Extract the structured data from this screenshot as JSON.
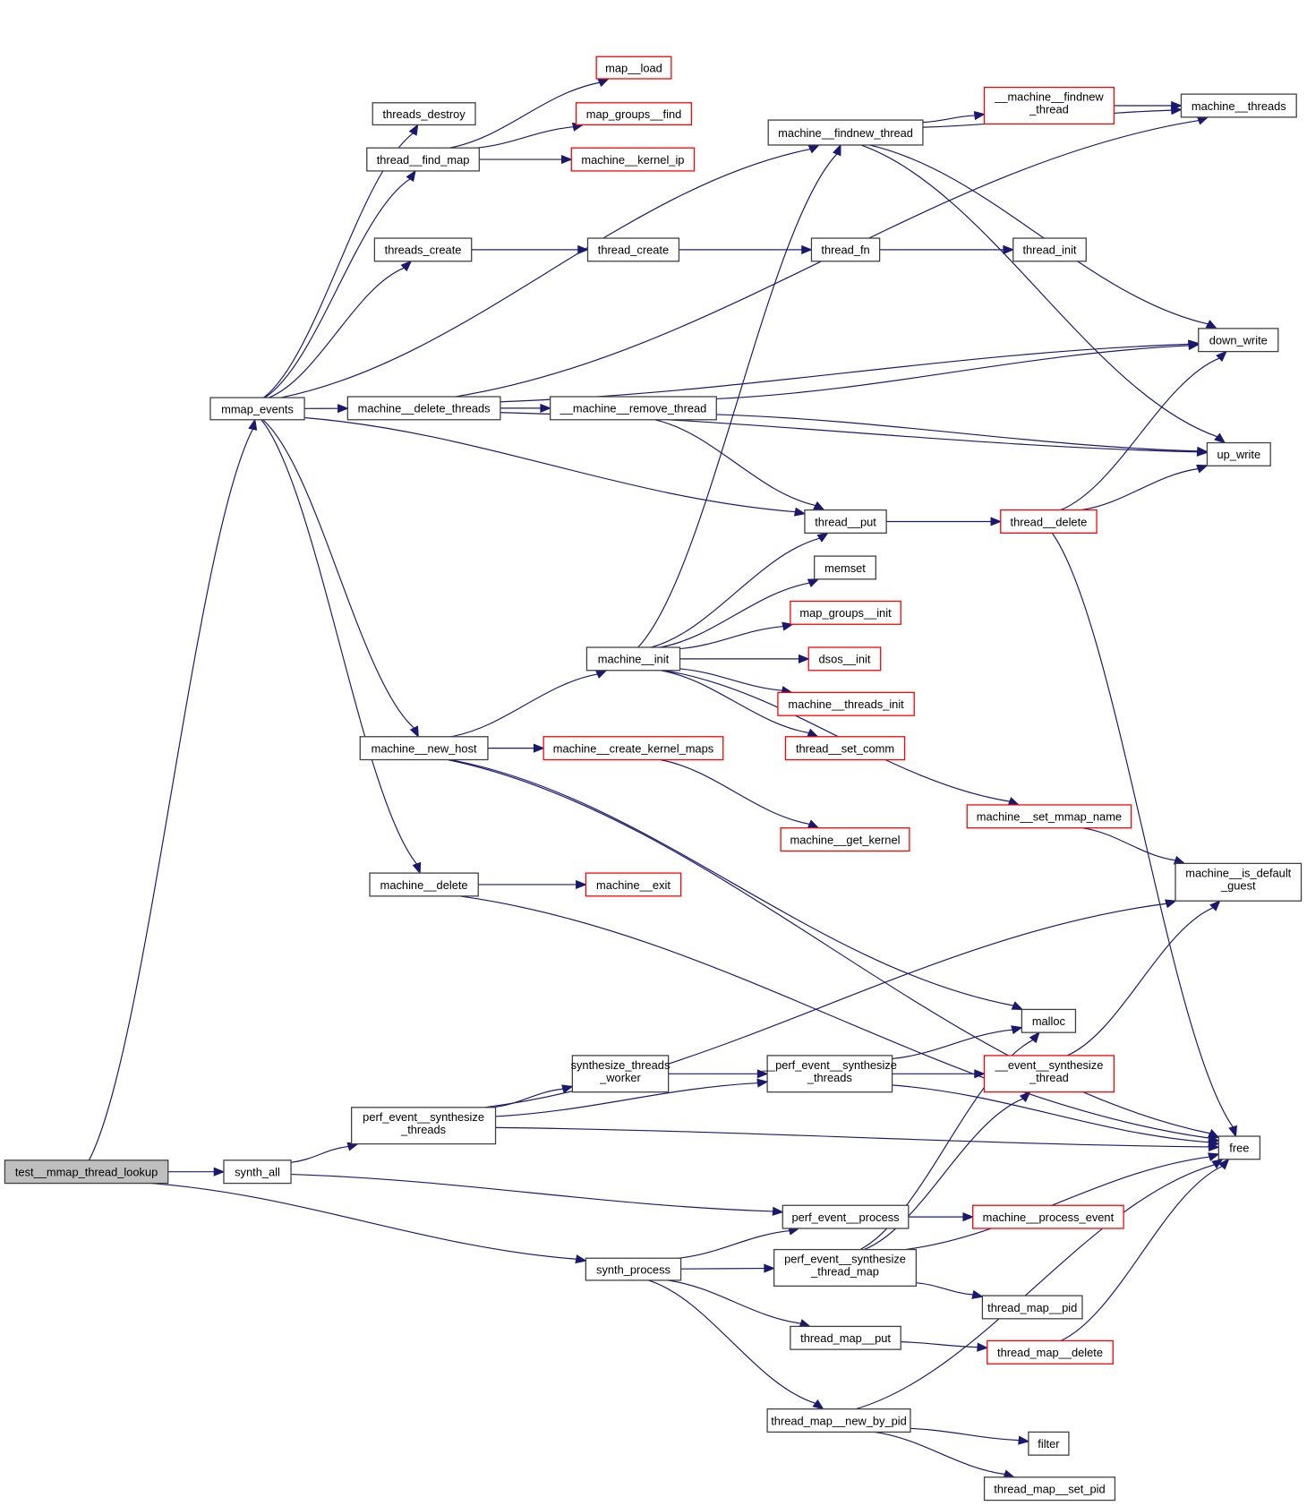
{
  "diagram": {
    "type": "call-graph",
    "colors": {
      "edge": "#191970",
      "plain_border": "#404040",
      "external_border": "#ff0000",
      "root_fill": "#bfbfbf"
    },
    "nodes": [
      {
        "id": "root",
        "label": "test__mmap_thread_lookup",
        "kind": "root"
      },
      {
        "id": "mmap_events",
        "label": "mmap_events",
        "kind": "plain"
      },
      {
        "id": "synth_all",
        "label": "synth_all",
        "kind": "plain"
      },
      {
        "id": "synth_process",
        "label": "synth_process",
        "kind": "plain"
      },
      {
        "id": "threads_destroy",
        "label": "threads_destroy",
        "kind": "plain"
      },
      {
        "id": "thread_find_map",
        "label": "thread__find_map",
        "kind": "plain"
      },
      {
        "id": "threads_create",
        "label": "threads_create",
        "kind": "plain"
      },
      {
        "id": "machine_delete_threads",
        "label": "machine__delete_threads",
        "kind": "plain"
      },
      {
        "id": "machine_new_host",
        "label": "machine__new_host",
        "kind": "plain"
      },
      {
        "id": "machine_delete",
        "label": "machine__delete",
        "kind": "plain"
      },
      {
        "id": "perf_event_synthesize_threads",
        "label": "perf_event__synthesize\n_threads",
        "kind": "plain"
      },
      {
        "id": "map_load",
        "label": "map__load",
        "kind": "external"
      },
      {
        "id": "map_groups_find",
        "label": "map_groups__find",
        "kind": "external"
      },
      {
        "id": "machine_kernel_ip",
        "label": "machine__kernel_ip",
        "kind": "external"
      },
      {
        "id": "machine_findnew_thread",
        "label": "machine__findnew_thread",
        "kind": "plain"
      },
      {
        "id": "thread_create",
        "label": "thread_create",
        "kind": "plain"
      },
      {
        "id": "thread_fn",
        "label": "thread_fn",
        "kind": "plain"
      },
      {
        "id": "thread_init",
        "label": "thread_init",
        "kind": "plain"
      },
      {
        "id": "machine_remove_thread",
        "label": "__machine__remove_thread",
        "kind": "plain"
      },
      {
        "id": "machine_findnew_thread_int",
        "label": "__machine__findnew\n_thread",
        "kind": "external"
      },
      {
        "id": "machine_threads",
        "label": "machine__threads",
        "kind": "plain"
      },
      {
        "id": "down_write",
        "label": "down_write",
        "kind": "plain"
      },
      {
        "id": "up_write",
        "label": "up_write",
        "kind": "plain"
      },
      {
        "id": "thread_put",
        "label": "thread__put",
        "kind": "plain"
      },
      {
        "id": "thread_delete",
        "label": "thread__delete",
        "kind": "external"
      },
      {
        "id": "memset",
        "label": "memset",
        "kind": "plain"
      },
      {
        "id": "machine_init",
        "label": "machine__init",
        "kind": "plain"
      },
      {
        "id": "map_groups_init",
        "label": "map_groups__init",
        "kind": "external"
      },
      {
        "id": "dsos_init",
        "label": "dsos__init",
        "kind": "external"
      },
      {
        "id": "machine_threads_init",
        "label": "machine__threads_init",
        "kind": "external"
      },
      {
        "id": "thread_set_comm",
        "label": "thread__set_comm",
        "kind": "external"
      },
      {
        "id": "machine_create_kernel_maps",
        "label": "machine__create_kernel_maps",
        "kind": "external"
      },
      {
        "id": "machine_set_mmap_name",
        "label": "machine__set_mmap_name",
        "kind": "external"
      },
      {
        "id": "machine_get_kernel",
        "label": "machine__get_kernel",
        "kind": "external"
      },
      {
        "id": "machine_is_default_guest",
        "label": "machine__is_default\n_guest",
        "kind": "plain"
      },
      {
        "id": "machine_exit",
        "label": "machine__exit",
        "kind": "external"
      },
      {
        "id": "malloc",
        "label": "malloc",
        "kind": "plain"
      },
      {
        "id": "synthesize_threads_worker",
        "label": "synthesize_threads\n_worker",
        "kind": "plain"
      },
      {
        "id": "perf_event_synthesize_threads_int",
        "label": "__perf_event__synthesize\n_threads",
        "kind": "plain"
      },
      {
        "id": "event_synthesize_thread",
        "label": "__event__synthesize\n_thread",
        "kind": "external"
      },
      {
        "id": "free",
        "label": "free",
        "kind": "plain"
      },
      {
        "id": "perf_event_process",
        "label": "perf_event__process",
        "kind": "plain"
      },
      {
        "id": "machine_process_event",
        "label": "machine__process_event",
        "kind": "external"
      },
      {
        "id": "perf_event_synthesize_thread_map",
        "label": "perf_event__synthesize\n_thread_map",
        "kind": "plain"
      },
      {
        "id": "thread_map_pid",
        "label": "thread_map__pid",
        "kind": "plain"
      },
      {
        "id": "thread_map_put",
        "label": "thread_map__put",
        "kind": "plain"
      },
      {
        "id": "thread_map_delete",
        "label": "thread_map__delete",
        "kind": "external"
      },
      {
        "id": "thread_map_new_by_pid",
        "label": "thread_map__new_by_pid",
        "kind": "plain"
      },
      {
        "id": "filter",
        "label": "filter",
        "kind": "plain"
      },
      {
        "id": "thread_map_set_pid",
        "label": "thread_map__set_pid",
        "kind": "plain"
      }
    ],
    "edges": [
      [
        "root",
        "mmap_events"
      ],
      [
        "root",
        "synth_all"
      ],
      [
        "root",
        "synth_process"
      ],
      [
        "mmap_events",
        "machine_findnew_thread"
      ],
      [
        "mmap_events",
        "threads_destroy"
      ],
      [
        "mmap_events",
        "thread_find_map"
      ],
      [
        "mmap_events",
        "threads_create"
      ],
      [
        "mmap_events",
        "machine_delete_threads"
      ],
      [
        "mmap_events",
        "thread_put"
      ],
      [
        "mmap_events",
        "machine_new_host"
      ],
      [
        "mmap_events",
        "machine_delete"
      ],
      [
        "thread_find_map",
        "map_load"
      ],
      [
        "thread_find_map",
        "map_groups_find"
      ],
      [
        "thread_find_map",
        "machine_kernel_ip"
      ],
      [
        "threads_create",
        "thread_create"
      ],
      [
        "threads_create",
        "thread_init"
      ],
      [
        "thread_create",
        "thread_fn"
      ],
      [
        "thread_fn",
        "thread_init"
      ],
      [
        "machine_findnew_thread",
        "machine_findnew_thread_int"
      ],
      [
        "machine_findnew_thread",
        "machine_threads"
      ],
      [
        "machine_findnew_thread",
        "down_write"
      ],
      [
        "machine_findnew_thread",
        "up_write"
      ],
      [
        "machine_findnew_thread_int",
        "machine_threads"
      ],
      [
        "machine_delete_threads",
        "machine_remove_thread"
      ],
      [
        "machine_delete_threads",
        "down_write"
      ],
      [
        "machine_delete_threads",
        "machine_threads"
      ],
      [
        "machine_delete_threads",
        "up_write"
      ],
      [
        "machine_remove_thread",
        "down_write"
      ],
      [
        "machine_remove_thread",
        "up_write"
      ],
      [
        "machine_remove_thread",
        "thread_put"
      ],
      [
        "thread_put",
        "thread_delete"
      ],
      [
        "thread_delete",
        "down_write"
      ],
      [
        "thread_delete",
        "up_write"
      ],
      [
        "thread_delete",
        "free"
      ],
      [
        "machine_new_host",
        "machine_init"
      ],
      [
        "machine_new_host",
        "machine_create_kernel_maps"
      ],
      [
        "machine_new_host",
        "malloc"
      ],
      [
        "machine_new_host",
        "free"
      ],
      [
        "machine_init",
        "machine_findnew_thread"
      ],
      [
        "machine_init",
        "thread_put"
      ],
      [
        "machine_init",
        "memset"
      ],
      [
        "machine_init",
        "map_groups_init"
      ],
      [
        "machine_init",
        "dsos_init"
      ],
      [
        "machine_init",
        "machine_threads_init"
      ],
      [
        "machine_init",
        "thread_set_comm"
      ],
      [
        "machine_init",
        "machine_set_mmap_name"
      ],
      [
        "machine_create_kernel_maps",
        "machine_get_kernel"
      ],
      [
        "machine_set_mmap_name",
        "machine_is_default_guest"
      ],
      [
        "machine_delete",
        "machine_exit"
      ],
      [
        "machine_delete",
        "free"
      ],
      [
        "synth_all",
        "perf_event_synthesize_threads"
      ],
      [
        "synth_all",
        "perf_event_process"
      ],
      [
        "perf_event_synthesize_threads",
        "machine_is_default_guest"
      ],
      [
        "perf_event_synthesize_threads",
        "synthesize_threads_worker"
      ],
      [
        "perf_event_synthesize_threads",
        "perf_event_synthesize_threads_int"
      ],
      [
        "perf_event_synthesize_threads",
        "free"
      ],
      [
        "synthesize_threads_worker",
        "perf_event_synthesize_threads_int"
      ],
      [
        "perf_event_synthesize_threads_int",
        "malloc"
      ],
      [
        "perf_event_synthesize_threads_int",
        "event_synthesize_thread"
      ],
      [
        "perf_event_synthesize_threads_int",
        "free"
      ],
      [
        "event_synthesize_thread",
        "machine_is_default_guest"
      ],
      [
        "perf_event_process",
        "machine_process_event"
      ],
      [
        "synth_process",
        "perf_event_process"
      ],
      [
        "synth_process",
        "perf_event_synthesize_thread_map"
      ],
      [
        "synth_process",
        "thread_map_put"
      ],
      [
        "synth_process",
        "thread_map_new_by_pid"
      ],
      [
        "perf_event_synthesize_thread_map",
        "malloc"
      ],
      [
        "perf_event_synthesize_thread_map",
        "event_synthesize_thread"
      ],
      [
        "perf_event_synthesize_thread_map",
        "free"
      ],
      [
        "perf_event_synthesize_thread_map",
        "thread_map_pid"
      ],
      [
        "thread_map_put",
        "thread_map_delete"
      ],
      [
        "thread_map_delete",
        "free"
      ],
      [
        "thread_map_new_by_pid",
        "free"
      ],
      [
        "thread_map_new_by_pid",
        "filter"
      ],
      [
        "thread_map_new_by_pid",
        "thread_map_set_pid"
      ]
    ]
  }
}
